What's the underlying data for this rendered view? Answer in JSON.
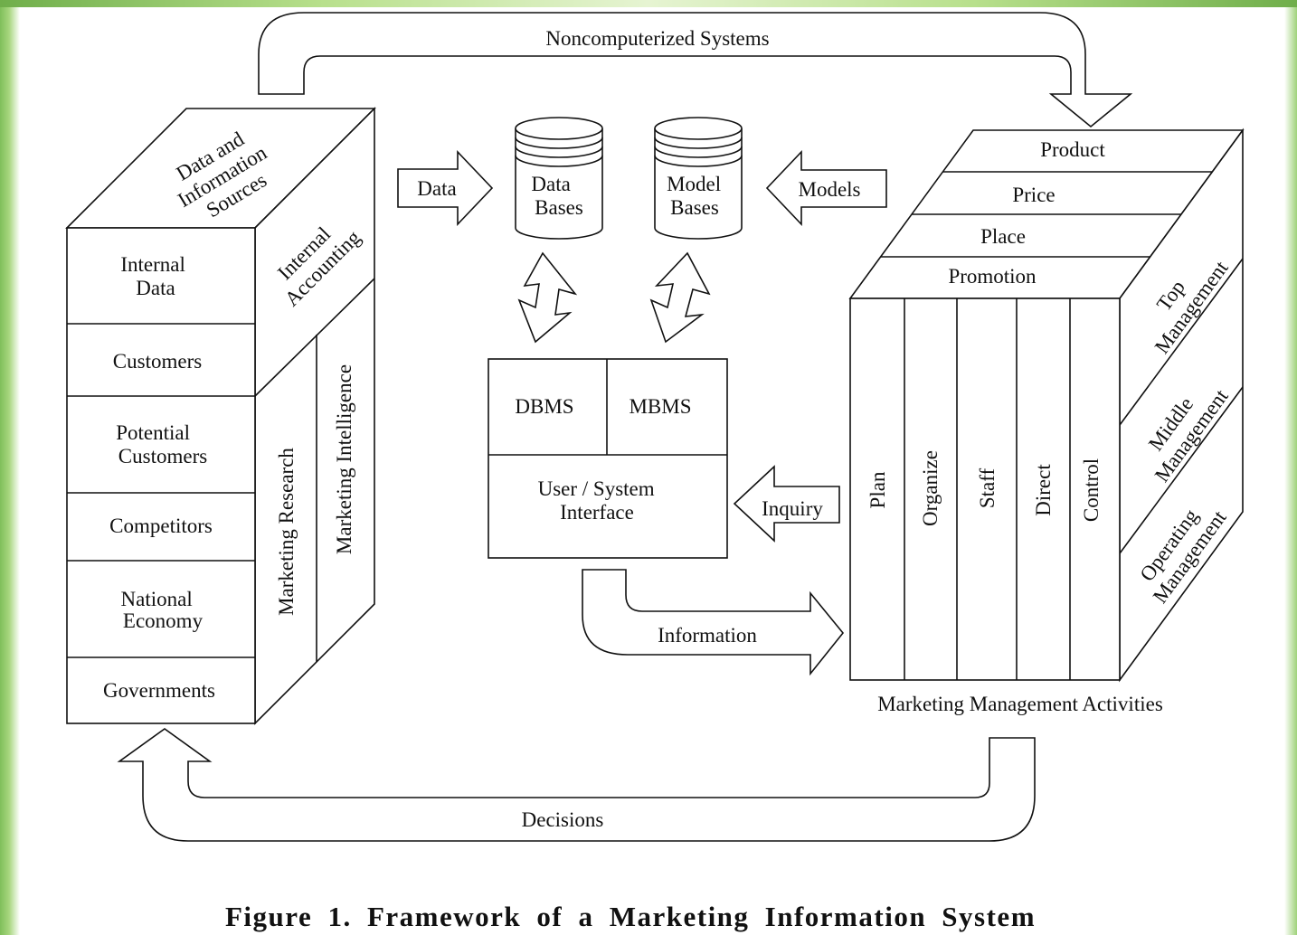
{
  "caption": "Figure 1.  Framework of a Marketing Information System",
  "flows": {
    "noncomputerized": "Noncomputerized  Systems",
    "decisions": "Decisions",
    "data": "Data",
    "models": "Models",
    "inquiry": "Inquiry",
    "information": "Information"
  },
  "sources_block": {
    "top_face": [
      "Data and",
      "Information",
      "Sources"
    ],
    "rows": [
      [
        "Internal",
        "Data"
      ],
      [
        "Customers"
      ],
      [
        "Potential",
        "Customers"
      ],
      [
        "Competitors"
      ],
      [
        "National",
        "Economy"
      ],
      [
        "Governments"
      ]
    ],
    "side": {
      "internal_accounting": [
        "Internal",
        "Accounting"
      ],
      "marketing_research": "Marketing  Research",
      "marketing_intelligence": "Marketing  Intelligence"
    }
  },
  "stores": {
    "data_bases": [
      "Data",
      "Bases"
    ],
    "model_bases": [
      "Model",
      "Bases"
    ]
  },
  "system": {
    "dbms": "DBMS",
    "mbms": "MBMS",
    "interface": [
      "User / System",
      "Interface"
    ]
  },
  "activities_block": {
    "mix": [
      "Product",
      "Price",
      "Place",
      "Promotion"
    ],
    "functions": [
      "Plan",
      "Organize",
      "Staff",
      "Direct",
      "Control"
    ],
    "levels": [
      [
        "Top",
        "Management"
      ],
      [
        "Middle",
        "Management"
      ],
      [
        "Operating",
        "Management"
      ]
    ],
    "footer": "Marketing  Management  Activities"
  }
}
